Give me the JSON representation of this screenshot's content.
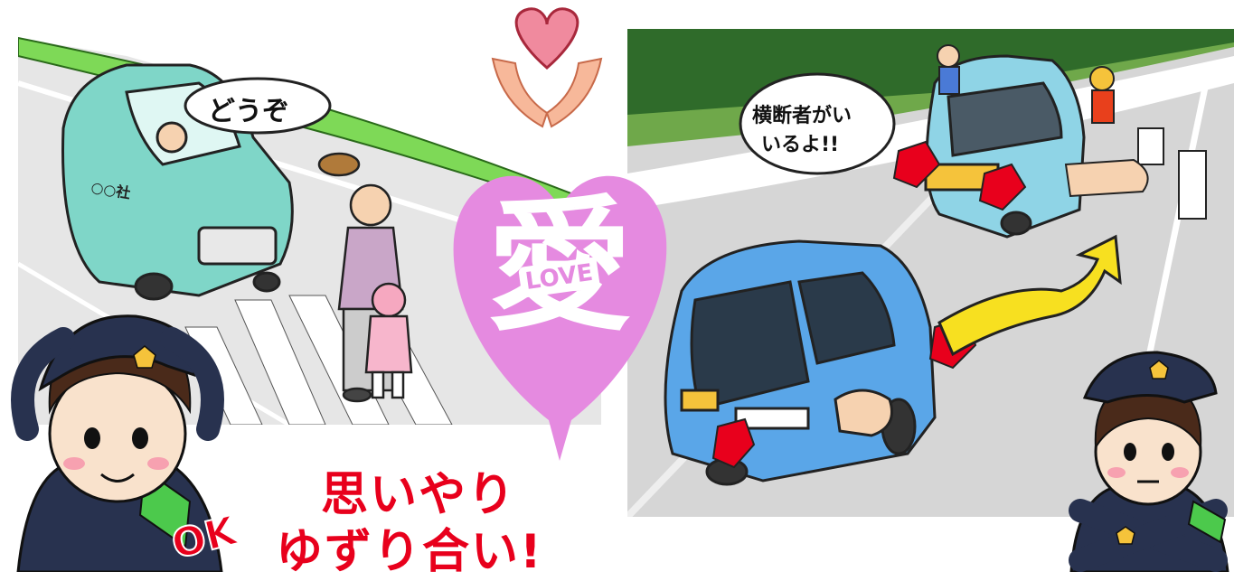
{
  "left_panel": {
    "speech_bubble": "どうぞ",
    "car_door_text": "○○社"
  },
  "center": {
    "heart_kanji": "愛",
    "heart_badge": "LOVE",
    "slogan_line1": "思いやり",
    "slogan_line2": "ゆずり合い!",
    "ok_sign": "OK"
  },
  "right_panel": {
    "speech_line1": "横断者がい",
    "speech_line2": "いるよ!!"
  },
  "colors": {
    "slogan_red": "#e8001c",
    "heart_pink": "#e58ae0",
    "car_teal": "#7fd6c8",
    "van_blue": "#5aa6e8",
    "grass_green": "#7ed957",
    "uniform_navy": "#28324f"
  }
}
